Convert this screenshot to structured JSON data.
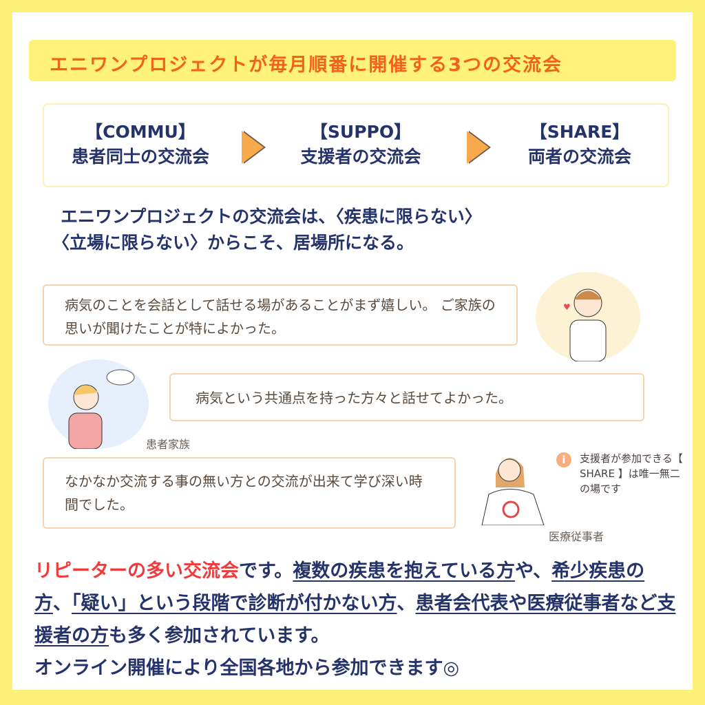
{
  "title": "エニワンプロジェクトが毎月順番に開催する3つの交流会",
  "steps": [
    {
      "tag": "【COMMU】",
      "label": "患者同士の交流会"
    },
    {
      "tag": "【SUPPO】",
      "label": "支援者の交流会"
    },
    {
      "tag": "【SHARE】",
      "label": "両者の交流会"
    }
  ],
  "lead": {
    "line1": "エニワンプロジェクトの交流会は、〈疾患に限らない〉",
    "line2": "〈立場に限らない〉からこそ、居場所になる。"
  },
  "testimonials": [
    {
      "text": "病気のことを会話として話せる場があることがまず嬉しい。 ご家族の思いが聞けたことが特によかった。"
    },
    {
      "text": "病気という共通点を持った方々と話せてよかった。",
      "role": "患者家族"
    },
    {
      "text": "なかなか交流する事の無い方との交流が出来て学び深い時間でした。",
      "role": "医療従事者"
    }
  ],
  "info_note": "支援者が参加できる【 SHARE 】は唯一無二の場です",
  "bottom": {
    "red": "リピーターの多い交流会",
    "t1": "です。",
    "u1": "複数の疾患を抱えている方",
    "t2": "や、",
    "u2": "希少疾患の方",
    "t3": "、",
    "u3": "「疑い」という段階で診断が付かない方",
    "t4": "、",
    "u4": "患者会代表や医療従事者など支援者の方",
    "t5": "も多く参加されています。",
    "line4": "オンライン開催により全国各地から参加できます◎"
  },
  "colors": {
    "border": "#fdf07a",
    "title": "#f2621c",
    "navy": "#25336b",
    "accent": "#f8a94c",
    "red": "#f23a3a"
  }
}
